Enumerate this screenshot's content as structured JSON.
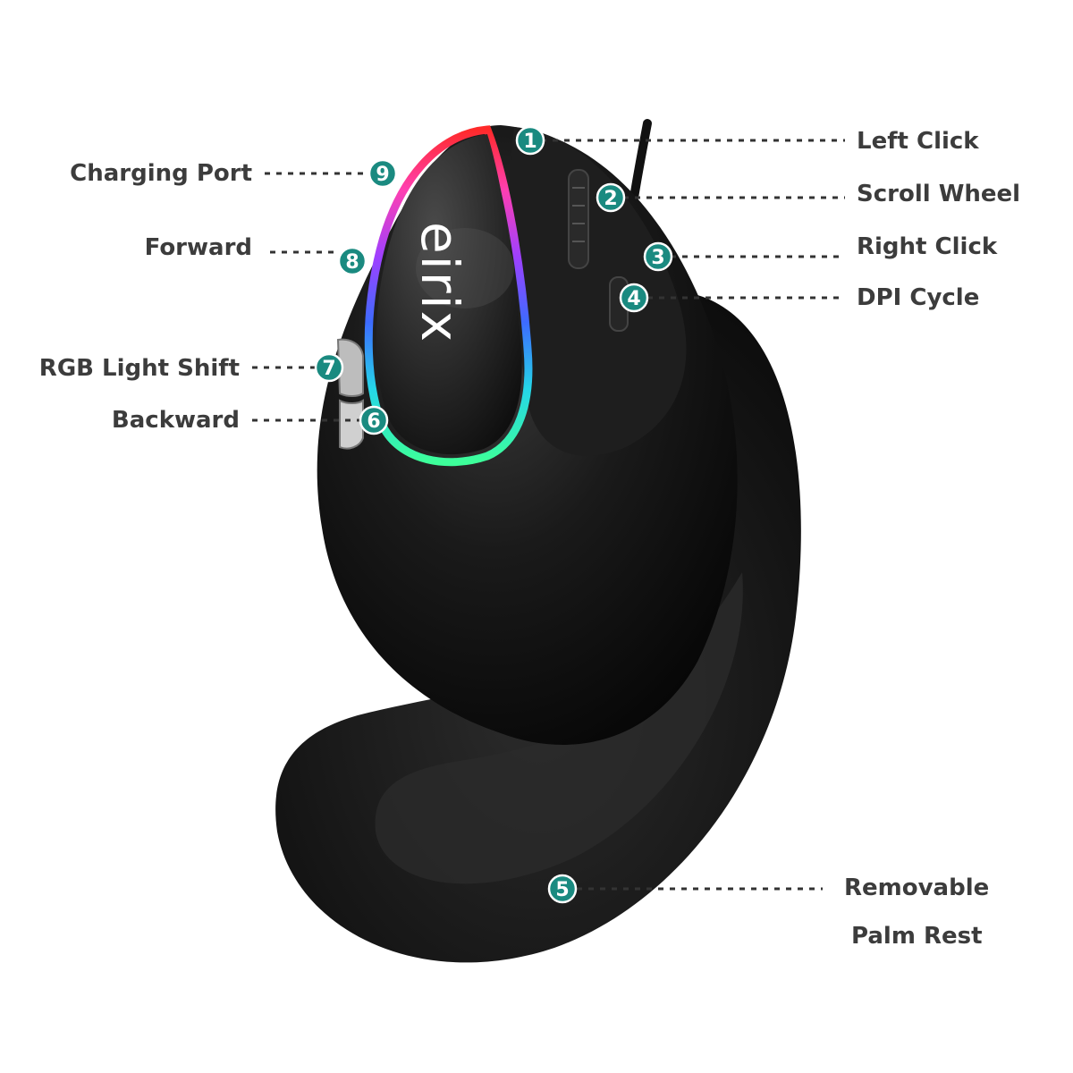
{
  "brand": "eirix",
  "colors": {
    "badge": "#1a8a80",
    "leader": "#333333",
    "label": "#3c3c3c",
    "mouse": "#121212",
    "palm_rest": "#1b1b1b"
  },
  "callouts": [
    {
      "num": "1",
      "label": "Left Click"
    },
    {
      "num": "2",
      "label": "Scroll Wheel"
    },
    {
      "num": "3",
      "label": "Right Click"
    },
    {
      "num": "4",
      "label": "DPI Cycle"
    },
    {
      "num": "5",
      "label_line1": "Removable",
      "label_line2": "Palm Rest"
    },
    {
      "num": "6",
      "label": "Backward"
    },
    {
      "num": "7",
      "label": "RGB Light Shift"
    },
    {
      "num": "8",
      "label": "Forward"
    },
    {
      "num": "9",
      "label": "Charging Port"
    }
  ]
}
